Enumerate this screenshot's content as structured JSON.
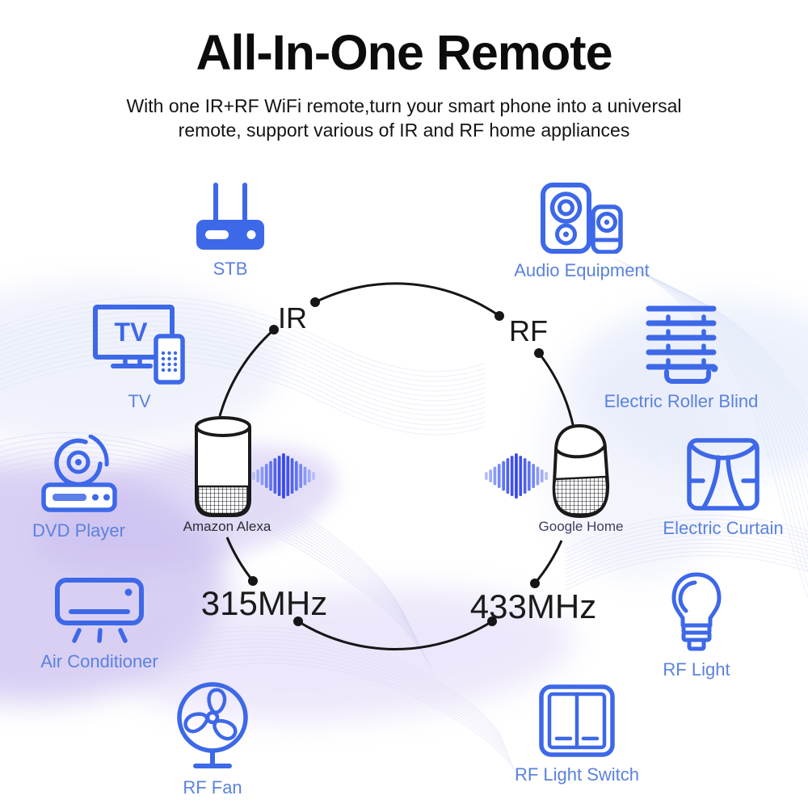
{
  "title": "All-In-One Remote",
  "subtitle": {
    "line1": "With one IR+RF WiFi remote,turn your smart phone into a universal",
    "line2": "remote, support various of IR and RF home appliances"
  },
  "colors": {
    "icon_blue": "#3D68E8",
    "label_blue": "#5B82DD",
    "outline_black": "#1A1A1A"
  },
  "devices": [
    {
      "id": "stb",
      "label": "STB"
    },
    {
      "id": "audio-equipment",
      "label": "Audio Equipment"
    },
    {
      "id": "tv",
      "label": "TV"
    },
    {
      "id": "electric-roller-blind",
      "label": "Electric Roller Blind"
    },
    {
      "id": "dvd-player",
      "label": "DVD Player"
    },
    {
      "id": "electric-curtain",
      "label": "Electric Curtain"
    },
    {
      "id": "air-conditioner",
      "label": "Air Conditioner"
    },
    {
      "id": "rf-light",
      "label": "RF Light"
    },
    {
      "id": "rf-fan",
      "label": "RF Fan"
    },
    {
      "id": "rf-light-switch",
      "label": "RF Light Switch"
    }
  ],
  "tv_screen_text": "TV",
  "hub": {
    "ir_label": "IR",
    "rf_label": "RF",
    "freq_left": "315MHz",
    "freq_right": "433MHz",
    "alexa_label": "Amazon Alexa",
    "google_label": "Google Home"
  }
}
